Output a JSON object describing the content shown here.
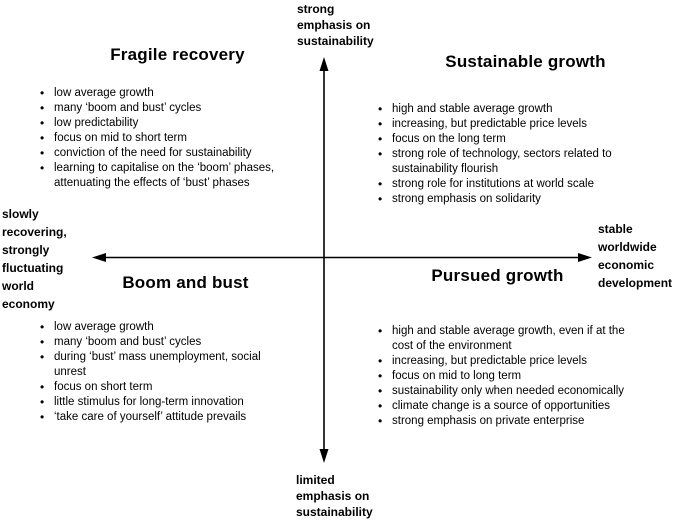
{
  "figure": {
    "background_color": "#ffffff",
    "text_color": "#000000",
    "axis_color": "#000000"
  },
  "axes": {
    "top_label": "strong\nemphasis on\nsustainability",
    "bottom_label": "limited\nemphasis on\nsustainability",
    "left_label": "slowly\nrecovering,\nstrongly\nfluctuating\nworld\neconomy",
    "right_label": "stable\nworldwide\neconomic\ndevelopment"
  },
  "quadrants": {
    "top_left": {
      "title": "Fragile recovery",
      "bullets": [
        "low average growth",
        "many ‘boom and bust’ cycles",
        "low predictability",
        "focus on mid to short term",
        "conviction of the need for sustainability",
        "learning to capitalise on the ‘boom’ phases,\nattenuating the effects of ‘bust’ phases"
      ]
    },
    "top_right": {
      "title": "Sustainable growth",
      "bullets": [
        "high and stable average growth",
        "increasing, but predictable price levels",
        "focus on the long term",
        "strong role of technology, sectors related to\nsustainability flourish",
        "strong role for institutions at world scale",
        "strong emphasis on solidarity"
      ]
    },
    "bottom_left": {
      "title": "Boom and bust",
      "bullets": [
        "low average growth",
        "many ‘boom and bust’ cycles",
        "during ‘bust’ mass unemployment, social\nunrest",
        "focus on short term",
        "little stimulus for long-term innovation",
        "‘take care of yourself’ attitude prevails"
      ]
    },
    "bottom_right": {
      "title": "Pursued growth",
      "bullets": [
        "high and stable average growth, even if at the\ncost of the environment",
        "increasing, but predictable price levels",
        "focus on mid to long term",
        "sustainability only when needed economically",
        "climate change is a source of opportunities",
        "strong emphasis on private enterprise"
      ]
    }
  }
}
